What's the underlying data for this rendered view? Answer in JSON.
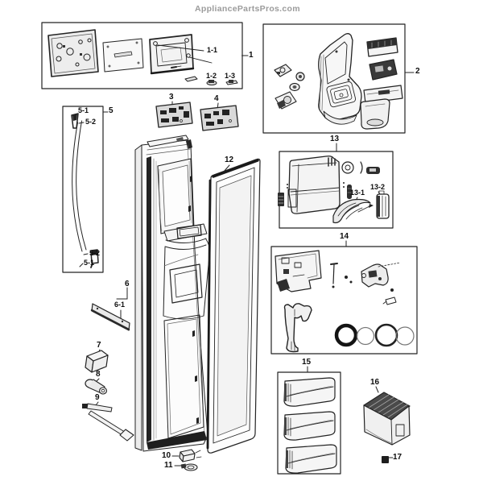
{
  "watermark": "AppliancePartsPros.com",
  "colors": {
    "watermark_gray": "#9b9b9b",
    "line_ink": "#232323",
    "dark_fill": "#1f1f1f",
    "paper": "#ffffff"
  },
  "labels": {
    "l1": "1",
    "l1_1": "1-1",
    "l1_2": "1-2",
    "l1_3": "1-3",
    "l2": "2",
    "l3": "3",
    "l4": "4",
    "l5": "5",
    "l5_1_top": "5-1",
    "l5_2_top": "5-2",
    "l5_2_bot": "5-2",
    "l5_1_bot": "5-1",
    "l6": "6",
    "l6_1": "6-1",
    "l7": "7",
    "l8": "8",
    "l9": "9",
    "l10": "10",
    "l11": "11",
    "l12": "12",
    "l13": "13",
    "l13_1": "13-1",
    "l13_2": "13-2",
    "l14": "14",
    "l15": "15",
    "l16": "16",
    "l17": "17"
  }
}
